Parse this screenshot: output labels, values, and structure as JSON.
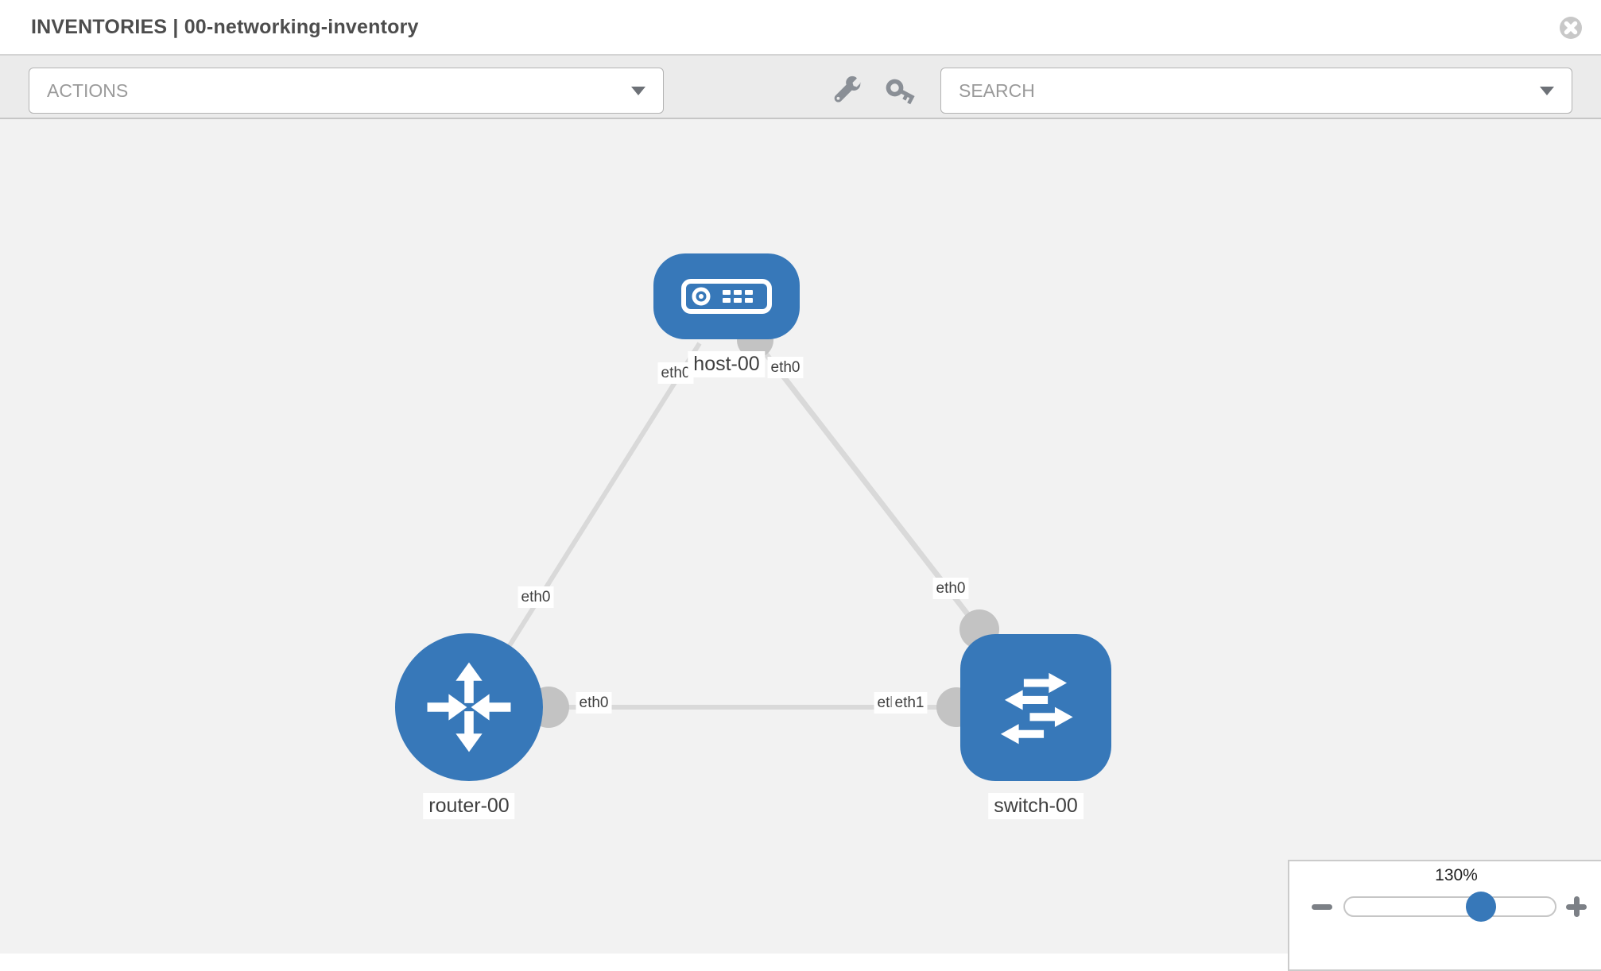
{
  "header": {
    "title": "INVENTORIES | 00-networking-inventory"
  },
  "toolbar": {
    "actions_label": "ACTIONS",
    "search_placeholder": "SEARCH",
    "tool_icons": [
      "wrench-icon",
      "key-icon"
    ]
  },
  "topology": {
    "nodes": [
      {
        "name": "host-00",
        "type": "host",
        "icon": "server-icon",
        "shape": "rounded-rect"
      },
      {
        "name": "router-00",
        "type": "router",
        "icon": "router-arrows-icon",
        "shape": "circle"
      },
      {
        "name": "switch-00",
        "type": "switch",
        "icon": "switch-arrows-icon",
        "shape": "rounded-square"
      }
    ],
    "links": [
      {
        "from": "host-00",
        "from_iface": "eth0",
        "to": "router-00",
        "to_iface": "eth0"
      },
      {
        "from": "host-00",
        "from_iface": "eth0",
        "to": "switch-00",
        "to_iface": "eth0"
      },
      {
        "from": "router-00",
        "from_iface": "eth0",
        "to": "switch-00",
        "to_iface": "eth1"
      }
    ],
    "labels": {
      "host": "host-00",
      "router": "router-00",
      "switch": "switch-00",
      "host_left_iface": "eth0",
      "host_right_iface": "eth0",
      "router_top_iface": "eth0",
      "router_mid_iface": "eth0",
      "switch_mid_iface_hidden": "eth0",
      "switch_mid_iface": "eth1",
      "switch_top_iface": "eth0"
    }
  },
  "zoom_control": {
    "level": "130%"
  },
  "colors": {
    "node_blue": "#3778b9",
    "link_gray": "#d9d9d9",
    "connector_gray": "#c3c3c3",
    "toolbar_bg": "#ebebeb",
    "canvas_bg": "#f2f2f2",
    "icon_gray": "#8a8f96"
  }
}
